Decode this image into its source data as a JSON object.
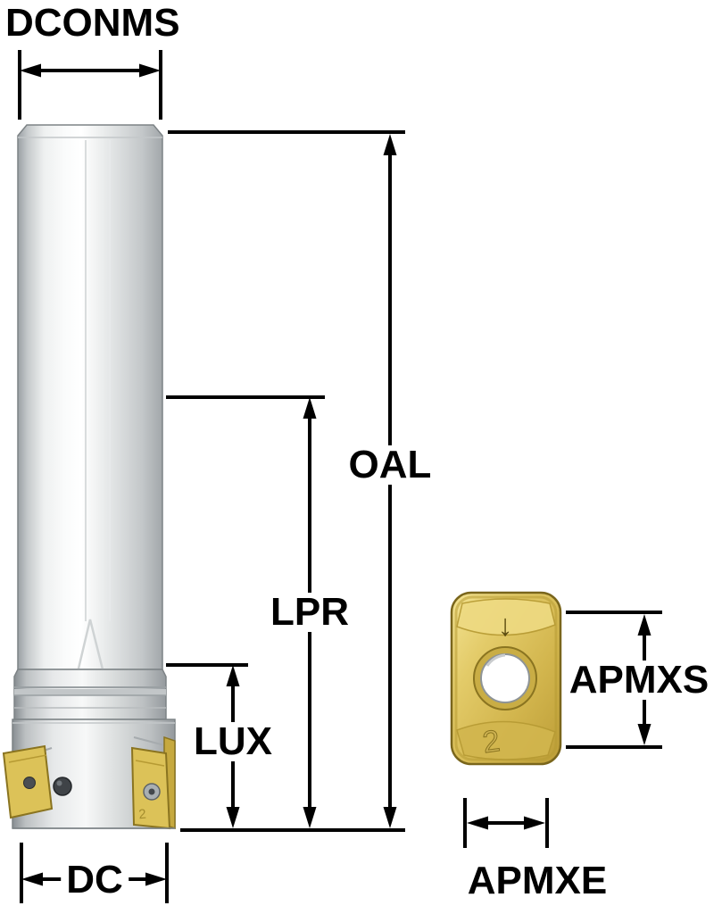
{
  "diagram": {
    "labels": {
      "dconms": "DCONMS",
      "oal": "OAL",
      "lpr": "LPR",
      "lux": "LUX",
      "dc": "DC",
      "apmxs": "APMXS",
      "apmxe": "APMXE"
    },
    "insert": {
      "orientation_mark": "↓",
      "index_mark": "2"
    },
    "colors": {
      "dimension_line": "#000000",
      "background": "#ffffff",
      "insert_gold": "#dcc258",
      "insert_gold_dark": "#b69a33",
      "steel_light": "#fafbfb",
      "steel_dark": "#9aa0a4"
    }
  }
}
